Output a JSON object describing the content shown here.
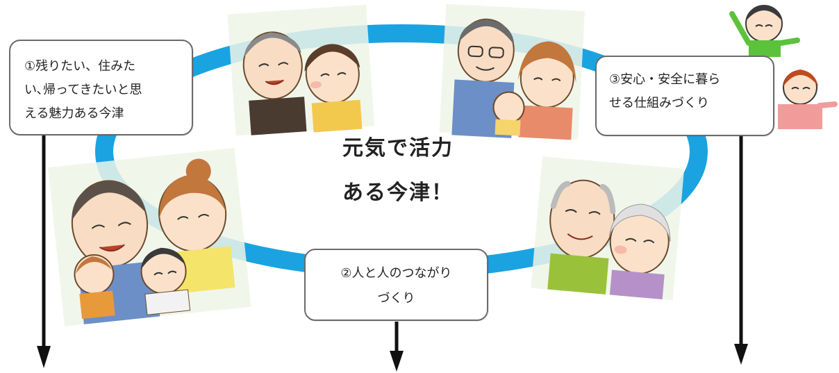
{
  "diagram": {
    "center_title": [
      "元気で活力",
      "ある今津！"
    ],
    "boxes": [
      {
        "id": "1",
        "text": "①残りたい、住みた\nい､帰ってきたいと思\nえる魅力ある今津"
      },
      {
        "id": "2",
        "text": "②人と人のつながり\nづくり"
      },
      {
        "id": "3",
        "text": "③安心・安全に暮ら\nせる仕組みづくり"
      }
    ],
    "colors": {
      "ring": "#1aa3e0",
      "box_border": "#6a6a6a",
      "arrow": "#111111"
    },
    "illustrations": [
      "elderly-couple-top",
      "young-family-with-baby",
      "children-waving",
      "family-of-four",
      "elderly-grandparents"
    ]
  }
}
